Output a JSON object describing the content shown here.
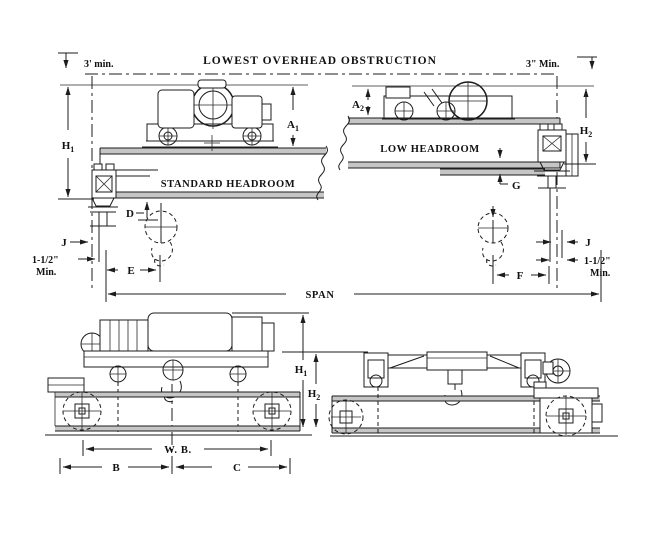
{
  "figure": {
    "type": "crane-hoist-dimension-diagram",
    "background": "#ffffff",
    "line_color": "#1c1c1c",
    "obstruction_label": "LOWEST OVERHEAD OBSTRUCTION",
    "clearance_top_left": "3' min.",
    "clearance_top_right": "3\" Min.",
    "view_labels": {
      "standard_headroom": "STANDARD HEADROOM",
      "low_headroom": "LOW HEADROOM"
    },
    "span_label": "SPAN",
    "wheelbase_label": "W. B.",
    "rail_clearance_line1": "1-1/2\"",
    "rail_clearance_line2": "Min.",
    "dims": {
      "h1": {
        "base": "H",
        "sub": "1"
      },
      "h2": {
        "base": "H",
        "sub": "2"
      },
      "a1": {
        "base": "A",
        "sub": "1"
      },
      "a2": {
        "base": "A",
        "sub": "2"
      },
      "b": "B",
      "c": "C",
      "d": "D",
      "e": "E",
      "f": "F",
      "g": "G",
      "j": "J"
    }
  }
}
